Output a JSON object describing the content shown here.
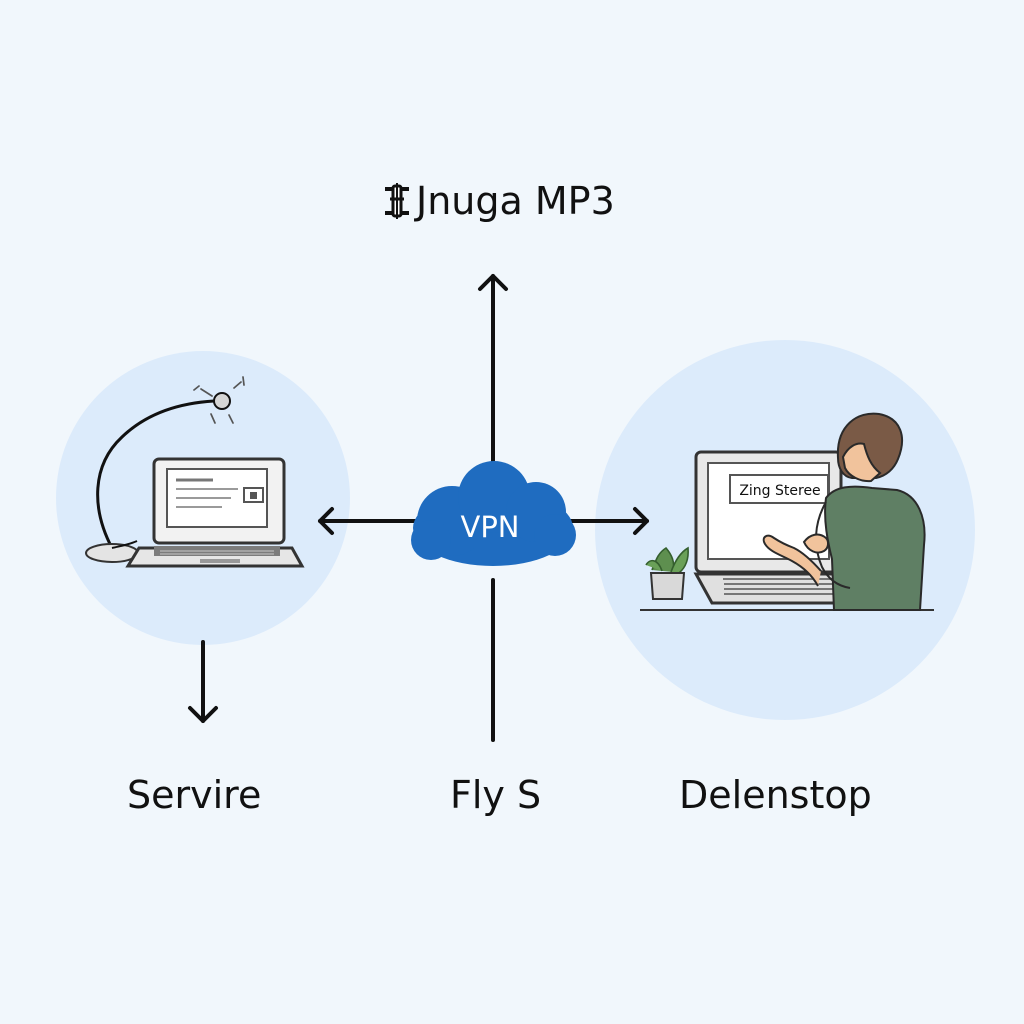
{
  "diagram": {
    "title": "Jnuga MP3",
    "center_node": {
      "label": "VPN"
    },
    "left_node": {
      "caption": "Servire"
    },
    "center_bottom": {
      "caption": "Fly S"
    },
    "right_node": {
      "caption": "Delenstop",
      "screen_text": "Zing Steree"
    }
  },
  "colors": {
    "background": "#f1f7fc",
    "circle_fill": "#dcebfb",
    "cloud_fill": "#1f6cc0",
    "line": "#111111"
  }
}
